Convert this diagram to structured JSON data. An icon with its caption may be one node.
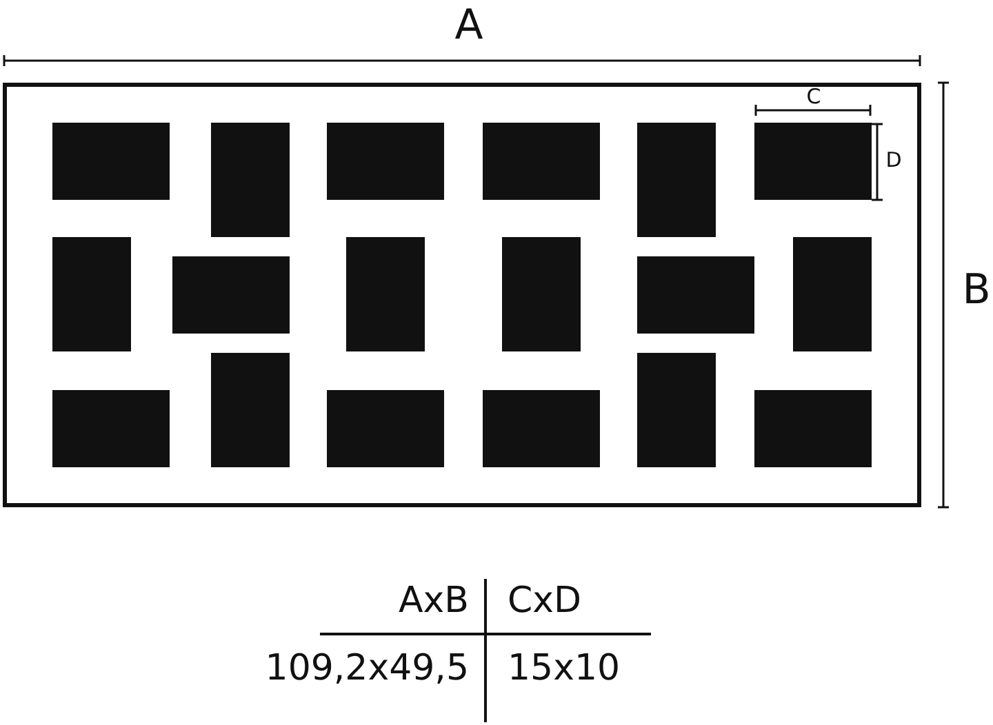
{
  "diagram": {
    "labels": [
      "A",
      "B",
      "C",
      "D",
      "AxB",
      "CxD",
      "109,2x49,5",
      "15x10"
    ]
  }
}
